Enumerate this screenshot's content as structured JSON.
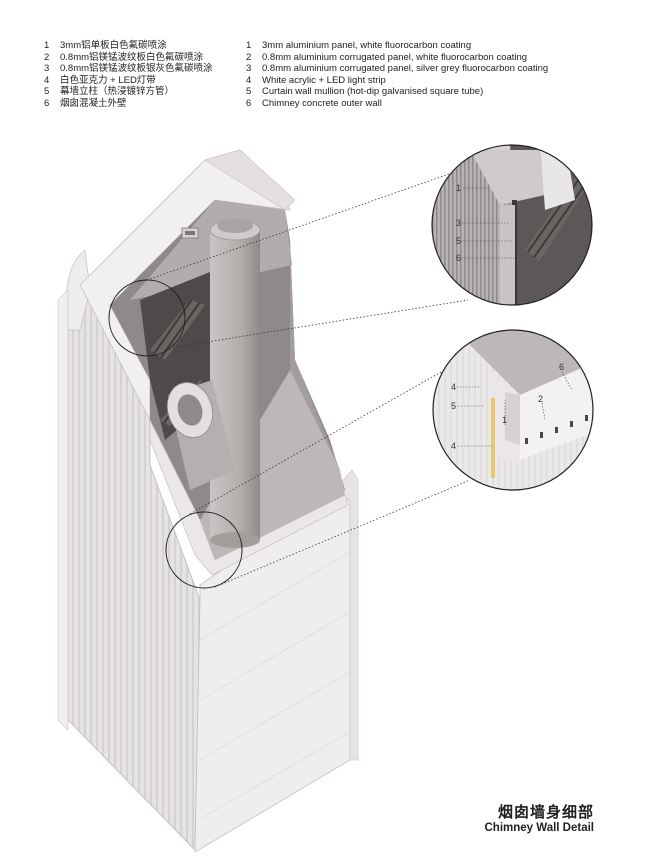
{
  "legend_cn": [
    {
      "num": "1",
      "text": "3mm铝单板白色氟碳喷涂"
    },
    {
      "num": "2",
      "text": "0.8mm铝镁锰波纹板白色氟碳喷涂"
    },
    {
      "num": "3",
      "text": "0.8mm铝镁锰波纹板银灰色氟碳喷涂"
    },
    {
      "num": "4",
      "text": "白色亚克力 + LED灯带"
    },
    {
      "num": "5",
      "text": "幕墙立柱（热浸镀锌方管）"
    },
    {
      "num": "6",
      "text": "烟囱混凝土外壁"
    }
  ],
  "legend_en": [
    {
      "num": "1",
      "text": "3mm aluminium panel, white fluorocarbon coating"
    },
    {
      "num": "2",
      "text": "0.8mm aluminium corrugated panel, white fluorocarbon coating"
    },
    {
      "num": "3",
      "text": "0.8mm aluminium corrugated panel, silver grey fluorocarbon coating"
    },
    {
      "num": "4",
      "text": "White acrylic + LED light strip"
    },
    {
      "num": "5",
      "text": "Curtain wall mullion (hot-dip galvanised square tube)"
    },
    {
      "num": "6",
      "text": "Chimney concrete outer wall"
    }
  ],
  "detail_top_callouts": [
    "1",
    "3",
    "5",
    "6"
  ],
  "detail_bottom_callouts": [
    "4",
    "5",
    "1",
    "2",
    "6",
    "4"
  ],
  "title_cn": "烟囱墙身细部",
  "title_en": "Chimney Wall Detail",
  "colors": {
    "panel_white": "#ece9ea",
    "panel_shadow": "#d9d5d7",
    "concrete": "#a9a4a3",
    "concrete_dark": "#8e8987",
    "interior": "#5a5654",
    "led": "#e7c96a"
  }
}
